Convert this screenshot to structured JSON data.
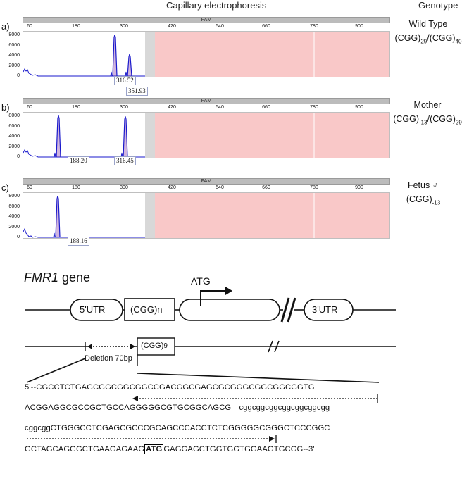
{
  "header": {
    "electrophoresis": "Capillary electrophoresis",
    "genotype": "Genotype"
  },
  "panels": [
    {
      "label": "a)",
      "fam": "FAM",
      "peaks": [
        "316.52",
        "351.93"
      ],
      "geno_line1": "Wild Type",
      "geno_a": "(CGG)",
      "geno_a_sub": "29",
      "geno_sep": "/",
      "geno_b": "(CGG)",
      "geno_b_sub": "40"
    },
    {
      "label": "b)",
      "fam": "FAM",
      "peaks": [
        "188.20",
        "316.45"
      ],
      "geno_line1": "Mother",
      "geno_a": "(CGG)",
      "geno_a_sub": "-13",
      "geno_sep": "/",
      "geno_b": "(CGG)",
      "geno_b_sub": "29"
    },
    {
      "label": "c)",
      "fam": "FAM",
      "peaks": [
        "188.16"
      ],
      "geno_line1": "Fetus ♂",
      "geno_a": "(CGG)",
      "geno_a_sub": "-13"
    }
  ],
  "x_ticks": [
    "60",
    "180",
    "300",
    "420",
    "540",
    "660",
    "780",
    "900"
  ],
  "y_ticks": [
    "8000",
    "6000",
    "4000",
    "2000",
    "0"
  ],
  "colors": {
    "trace": "#1a1acc",
    "peak": "#7a2aa0",
    "pink_region": "#f9c8c8",
    "gray_band": "#d8d8d8"
  },
  "gene": {
    "title_italic": "FMR1",
    "title_rest": " gene",
    "utr5": "5'UTR",
    "cgg": "(CGG)n",
    "atg": "ATG",
    "utr3": "3'UTR",
    "cgg9": "(CGG)",
    "cgg9_sub": "9",
    "deletion": "Deletion 70bp"
  },
  "sequence": {
    "line1": "5'--CGCCTCTGAGCGGCGGCGGCCGACGGCGAGCGCGGGCGGCGGCGGTG",
    "line2": "ACGGAGGCGCCGCTGCCAGGGGGCGTGCGGCAGCG",
    "line2_lower": "cggcggcggcggcggcggcgg",
    "line3_lower": "cggcgg",
    "line3": "CTGGGCCTCGAGCGCCCGCAGCCCACCTCTCGGGGGCGGGCTCCCGGC",
    "line4_pre": "GCTAGCAGGGCTGAAGAGAAG",
    "line4_atg": "ATG",
    "line4_post": "GAGGAGCTGGTGGTGGAAGTGCGG--3'"
  }
}
